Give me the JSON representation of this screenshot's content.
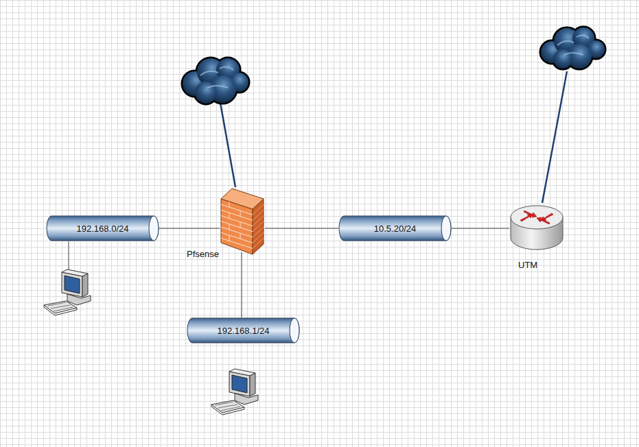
{
  "diagram": {
    "nodes": [
      {
        "text": [
          "192.168.0/24"
        ]
      },
      {
        "text": [
          "Pfsense"
        ]
      },
      {
        "text": [
          "10.5.20/24"
        ]
      },
      {
        "text": [
          "UTM"
        ]
      },
      {
        "text": [
          "192.168.1/24"
        ]
      }
    ],
    "edges": [
      {
        "from": 0,
        "to": 1,
        "arrow": "none"
      },
      {
        "from": 1,
        "to": 2,
        "arrow": "none"
      },
      {
        "from": 2,
        "to": 3,
        "arrow": "none"
      },
      {
        "from": 1,
        "to": 4,
        "arrow": "none"
      }
    ]
  }
}
